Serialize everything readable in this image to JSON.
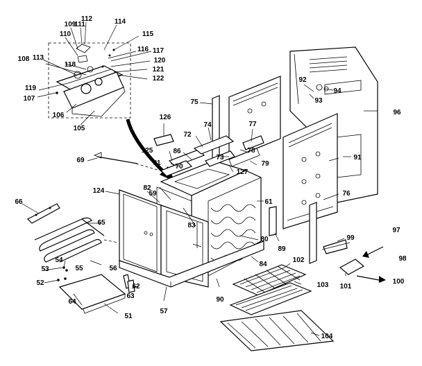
{
  "labels": {
    "l109": "109",
    "l111": "111",
    "l112": "112",
    "l114": "114",
    "l110": "110",
    "l115": "115",
    "l116": "116",
    "l117": "117",
    "l108": "108",
    "l113": "113",
    "l118": "118",
    "l120": "120",
    "l121": "121",
    "l122": "122",
    "l119": "119",
    "l107": "107",
    "l106": "106",
    "l105": "105",
    "l75": "75",
    "l92": "92",
    "l94": "94",
    "l93": "93",
    "l96": "96",
    "l126": "126",
    "l74": "74",
    "l77": "77",
    "l72": "72",
    "l125": "125",
    "l86": "86",
    "l78": "78",
    "l73": "73",
    "l69": "69",
    "l81": "81",
    "l70": "70",
    "l127": "127",
    "l79": "79",
    "l91": "91",
    "l124": "124",
    "l82": "82",
    "l59": "59",
    "l76": "76",
    "l61": "61",
    "l66": "66",
    "l65": "65",
    "l83": "83",
    "l97": "97",
    "l80": "80",
    "l89": "89",
    "l99": "99",
    "l98": "98",
    "l54": "54",
    "l55": "55",
    "l56": "56",
    "l53": "53",
    "l84": "84",
    "l102": "102",
    "l52": "52",
    "l62": "62",
    "l63": "63",
    "l64": "64",
    "l57": "57",
    "l90": "90",
    "l103": "103",
    "l101": "101",
    "l100": "100",
    "l51": "51",
    "l104": "104"
  }
}
